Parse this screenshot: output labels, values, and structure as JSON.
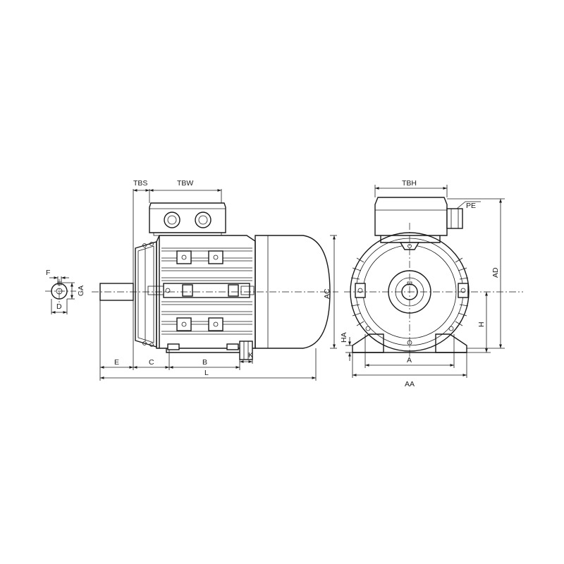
{
  "drawing": {
    "dimension_labels": {
      "F": "F",
      "GA": "GA",
      "D": "D",
      "E": "E",
      "C": "C",
      "B": "B",
      "K": "K",
      "L": "L",
      "TBS": "TBS",
      "TBW": "TBW",
      "AC": "AC",
      "TBH": "TBH",
      "PE": "PE",
      "AD": "AD",
      "H": "H",
      "HA": "HA",
      "A": "A",
      "AA": "AA"
    }
  },
  "colors": {
    "line": "#1a1a1a",
    "background": "#ffffff"
  }
}
